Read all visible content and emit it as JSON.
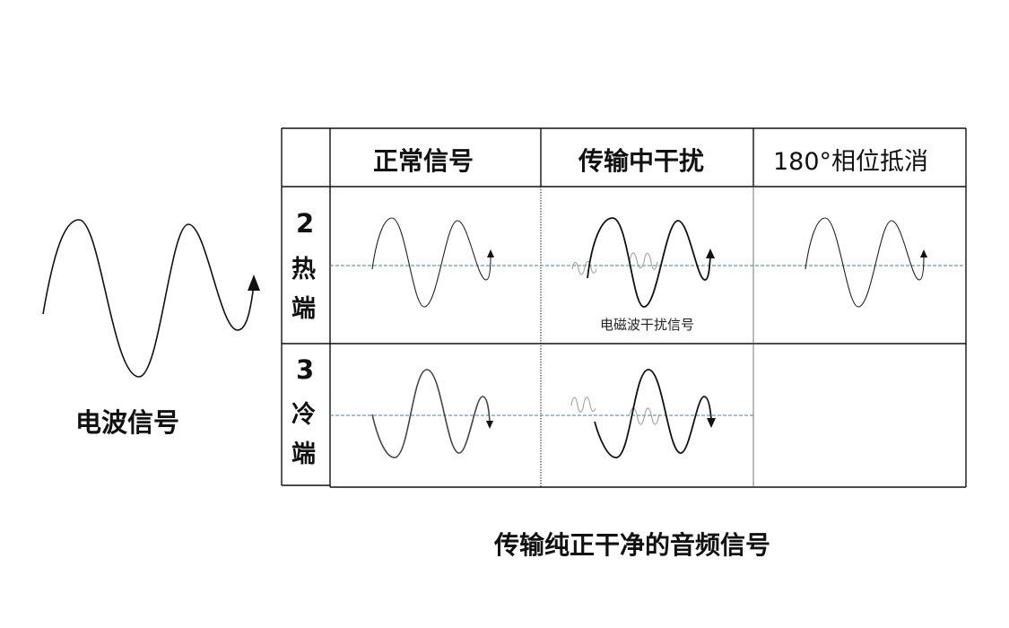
{
  "source_label": "电波信号",
  "columns": {
    "normal": "正常信号",
    "interference": "传输中干扰",
    "cancel": "180°相位抵消"
  },
  "rows": {
    "hot": {
      "number": "2",
      "char1": "热",
      "char2": "端"
    },
    "cold": {
      "number": "3",
      "char1": "冷",
      "char2": "端"
    }
  },
  "interference_note": "电磁波干扰信号",
  "result_caption": "传输纯正干净的音频信号",
  "colors": {
    "stroke": "#111111",
    "baseline": "#4a7fa0",
    "faint": "#8a8a8a"
  }
}
